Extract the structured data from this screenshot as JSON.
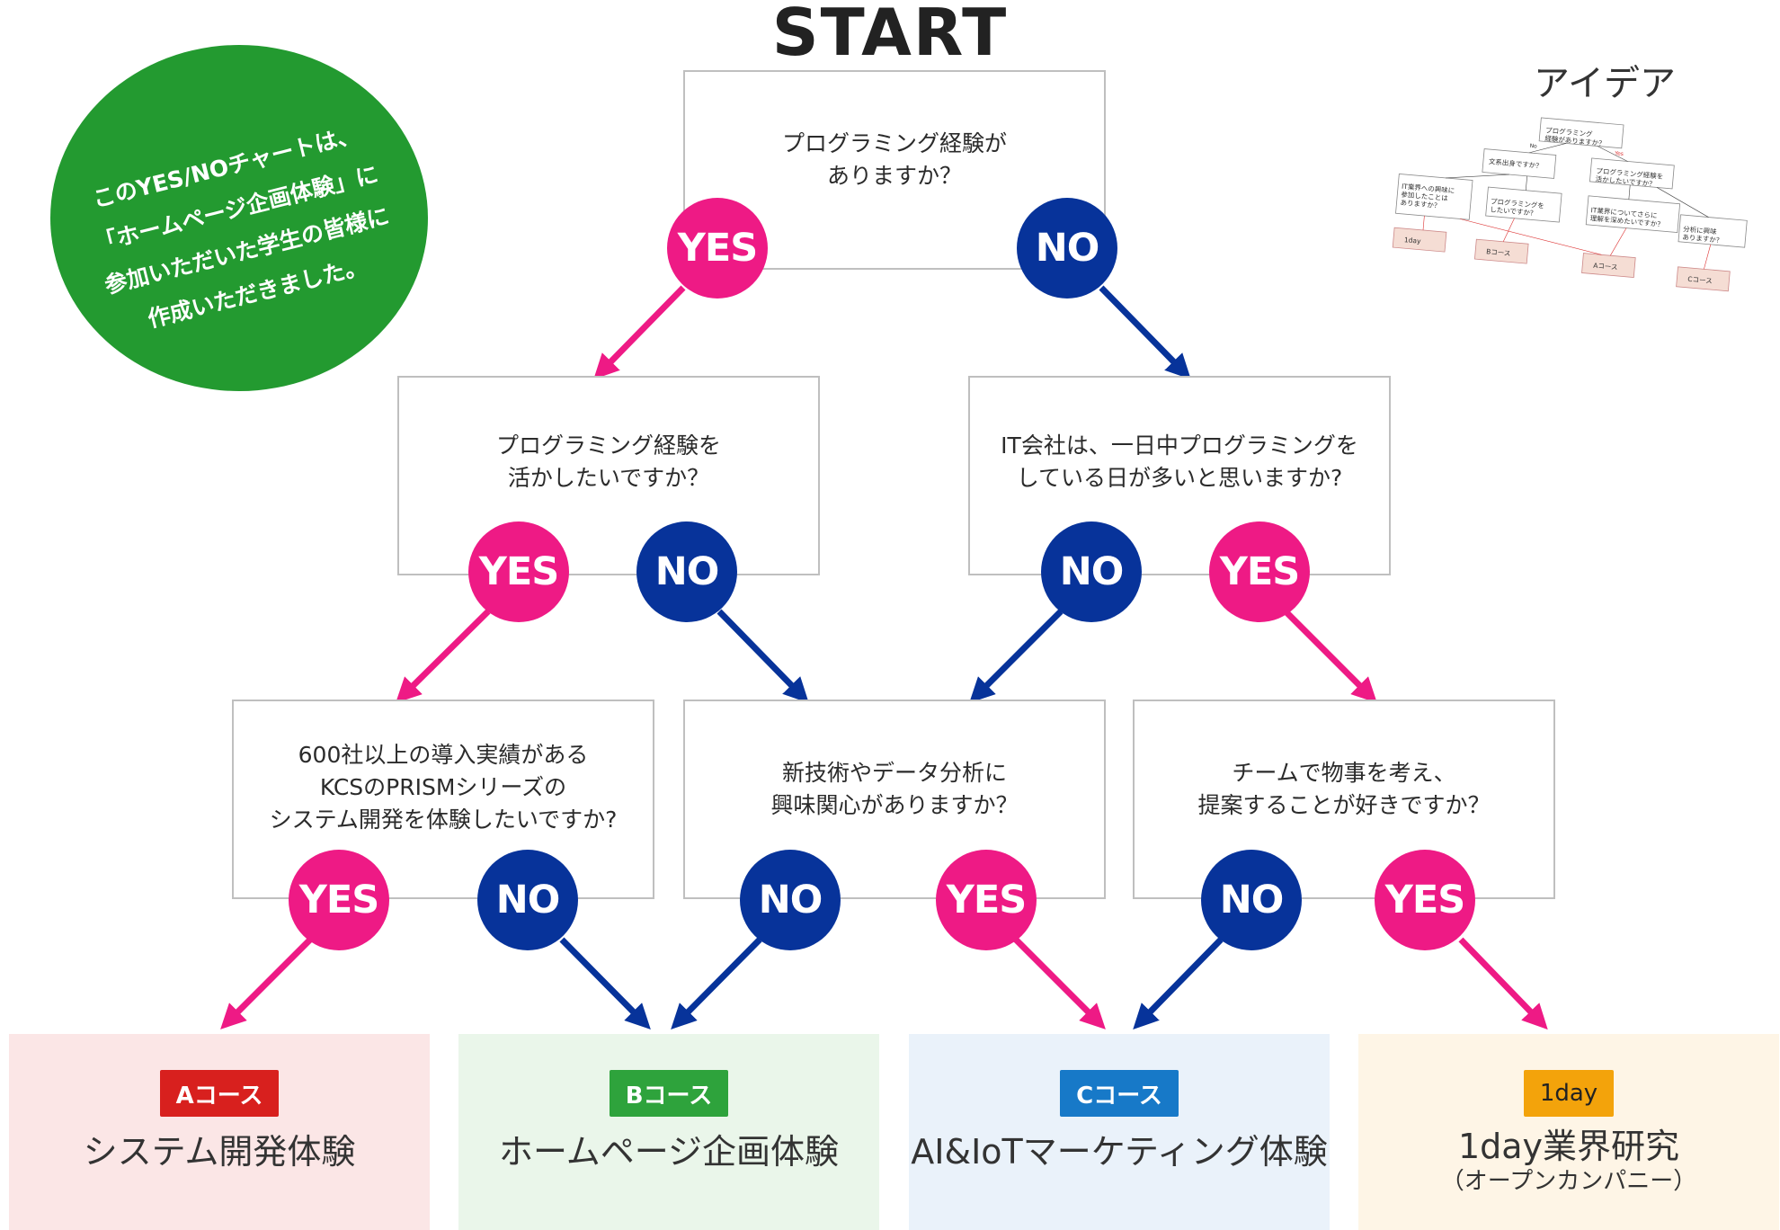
{
  "start_label": "START",
  "intro_text": "このYES/NOチャートは、\n「ホームページ企画体験」に\n参加いただいた学生の皆様に\n作成いただきました。",
  "colors": {
    "yes": "#ee1a85",
    "no": "#07339a",
    "intro_bg": "#239a30",
    "course_a": "#d8201e",
    "course_b": "#2ea33c",
    "course_c": "#1779c8",
    "course_1day": "#f3a30b"
  },
  "questions": {
    "q1": "プログラミング経験が\nありますか？",
    "q2": "プログラミング経験を\n活かしたいですか？",
    "q3": "IT会社は、一日中プログラミングを\nしている日が多いと思いますか?",
    "q4": "600社以上の導入実績がある\nKCSのPRISMシリーズの\nシステム開発を体験したいですか?",
    "q5": "新技術やデータ分析に\n興味関心がありますか？",
    "q6": "チームで物事を考え、\n提案することが好きですか？"
  },
  "badges": {
    "yes": "YES",
    "no": "NO"
  },
  "results": {
    "a": {
      "tag": "Aコース",
      "name": "システム開発体験"
    },
    "b": {
      "tag": "Bコース",
      "name": "ホームページ企画体験"
    },
    "c": {
      "tag": "Cコース",
      "name": "AI&IoTマーケティング体験"
    },
    "d": {
      "tag": "1day",
      "name": "1day業界研究",
      "sub": "（オープンカンパニー）"
    }
  },
  "idea": {
    "title": "アイデア",
    "q_top": "プログラミング\n経験がありますか？",
    "q_left": "文系出身ですか？",
    "q_right": "プログラミング経験を\n活かしたいですか？",
    "q_ll": "IT業界への興味に\n参加したことは\nありますか？",
    "q_lm": "プログラミングを\nしたいですか？",
    "q_rm": "IT業界についてさらに\n理解を深めたいですか？",
    "q_rr": "分析に興味\nありますか？",
    "r1": "1day",
    "r2": "Bコース",
    "r3": "Aコース",
    "r4": "Cコース",
    "yes": "Yes",
    "no": "No"
  }
}
